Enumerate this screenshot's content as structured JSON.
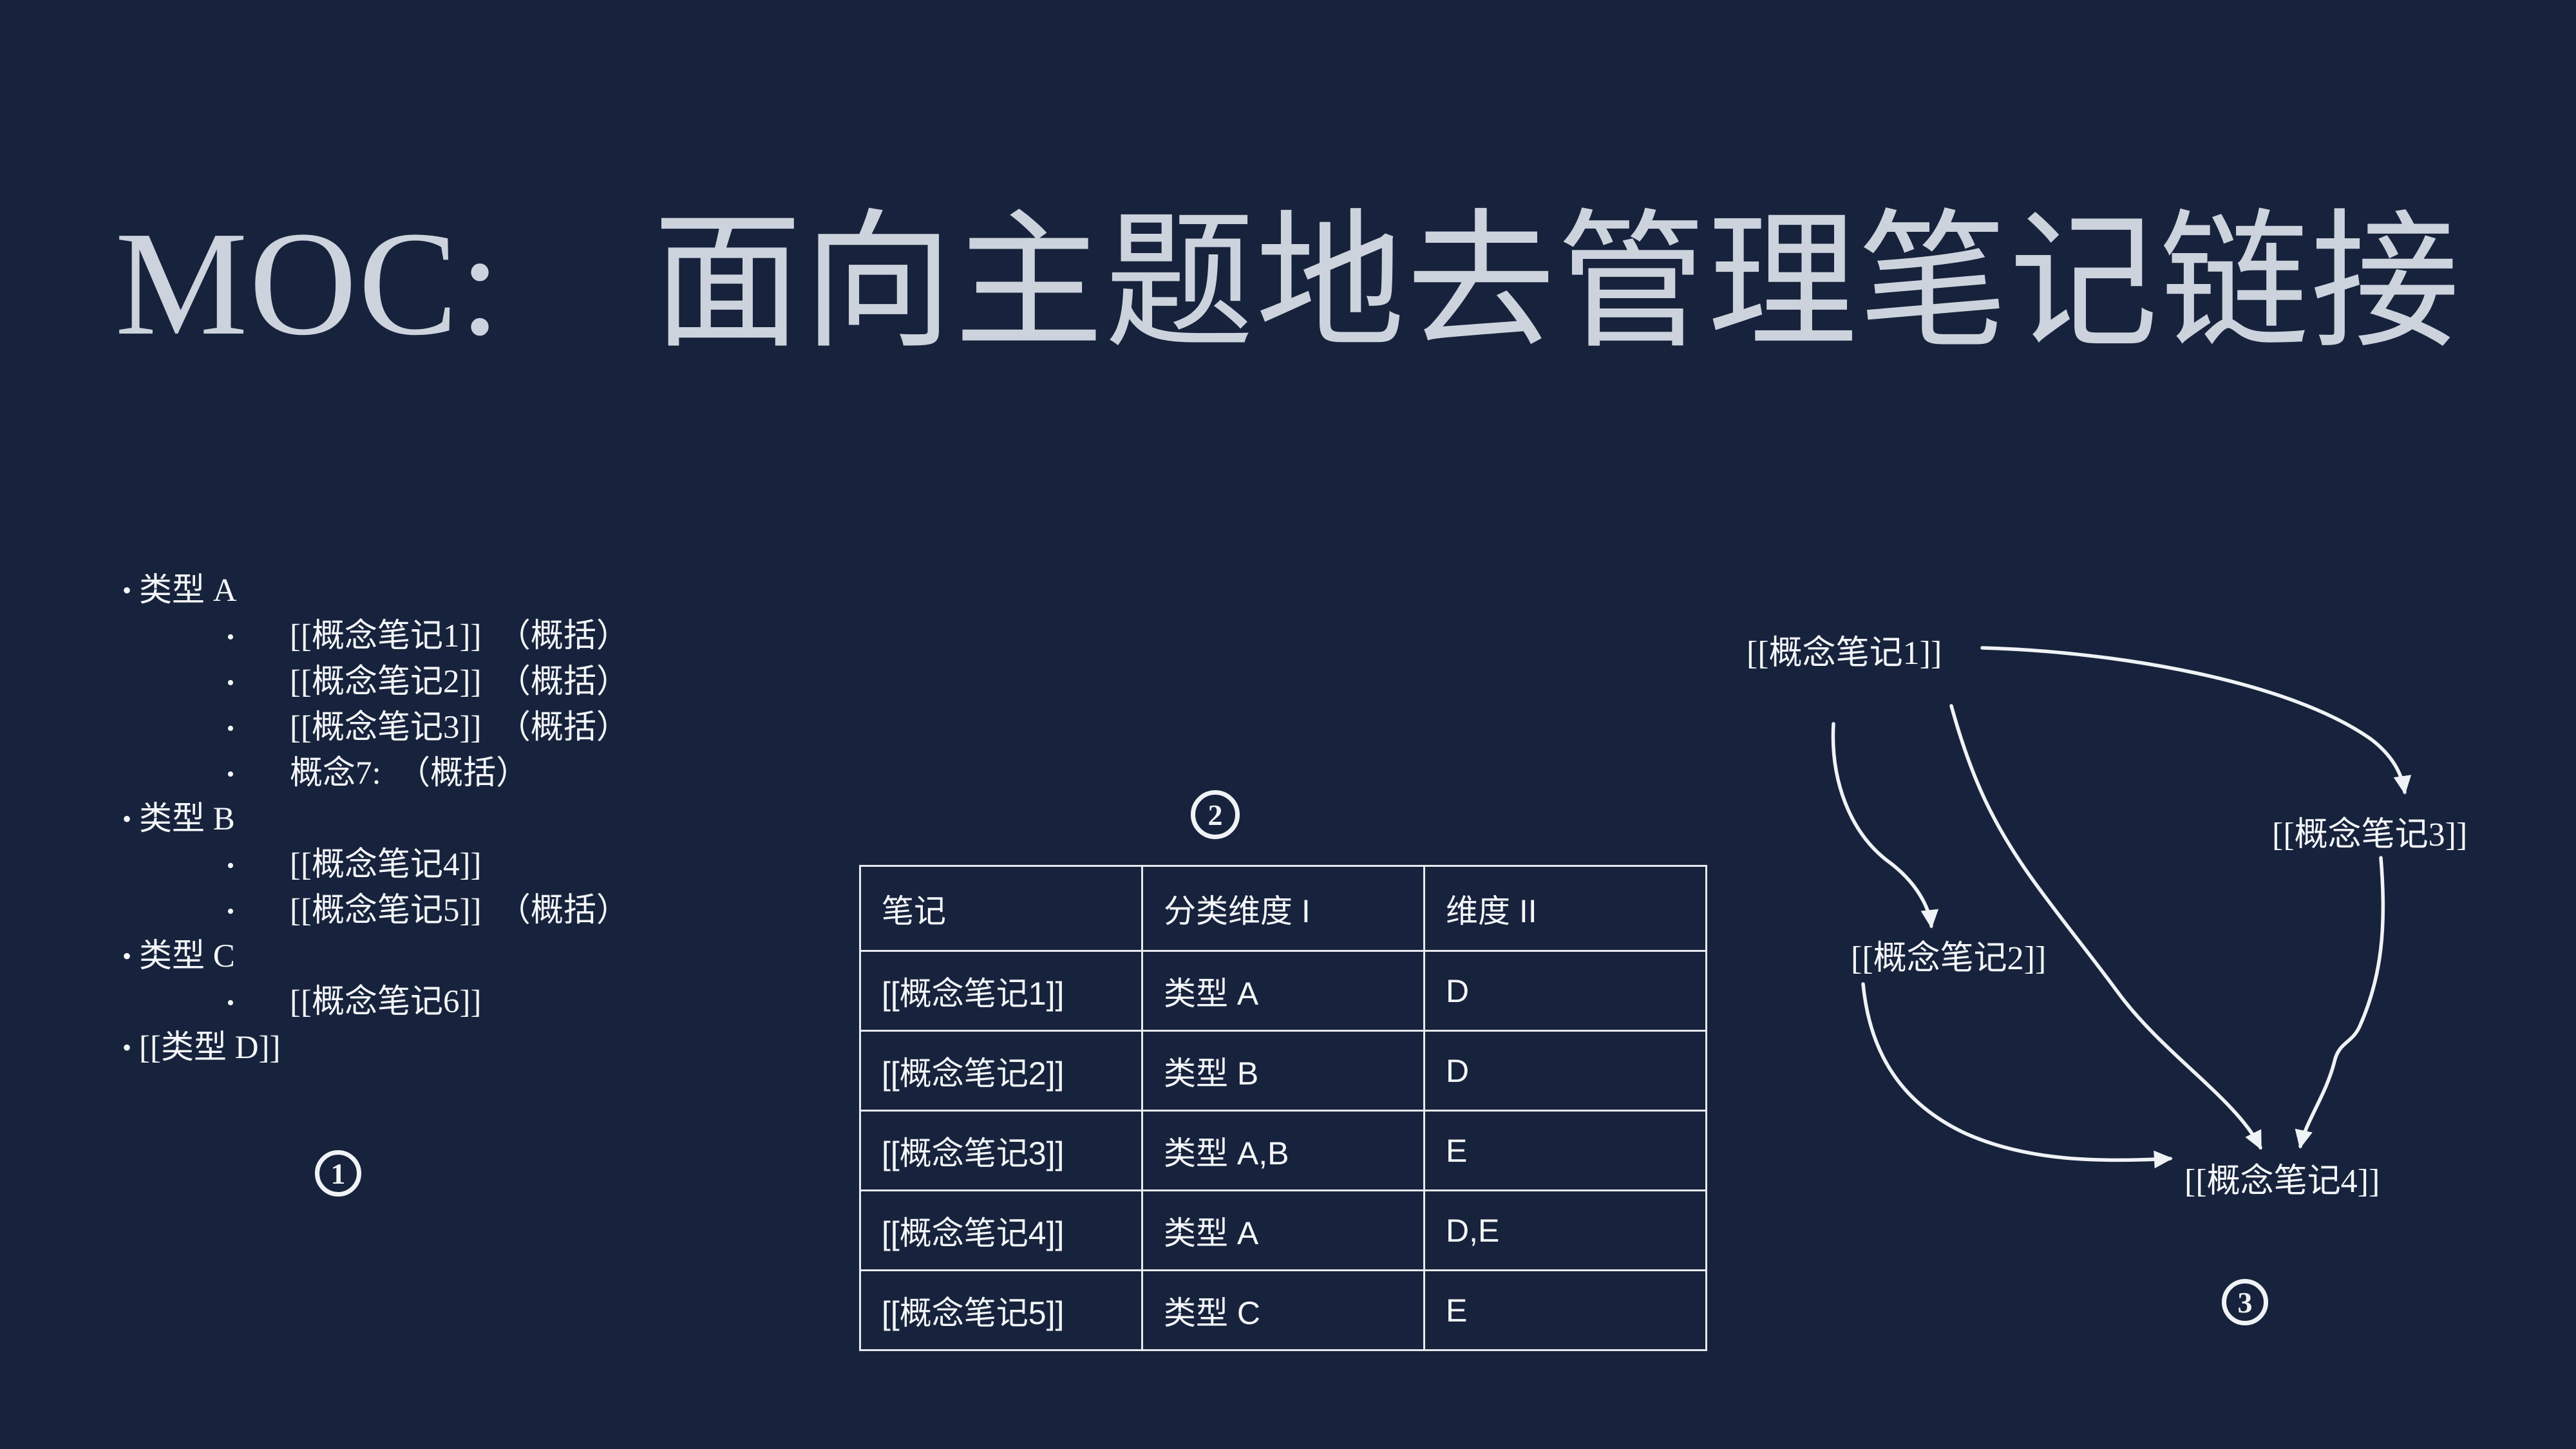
{
  "slide": {
    "title": "MOC:　面向主题地去管理笔记链接"
  },
  "colors": {
    "background": "#17233c",
    "title_text": "#cdd3dd",
    "body_text": "#f4f6f9",
    "line": "#f0f3f6",
    "table_border": "#e7eaee"
  },
  "markers": {
    "outline": "1",
    "table": "2",
    "diagram": "3"
  },
  "outline": {
    "bullet_l1": "•",
    "bullet_l2": "•",
    "items": [
      {
        "level": 1,
        "text": "类型 A"
      },
      {
        "level": 2,
        "text": "[[概念笔记1]]　（概括）"
      },
      {
        "level": 2,
        "text": "[[概念笔记2]]　（概括）"
      },
      {
        "level": 2,
        "text": "[[概念笔记3]]　（概括）"
      },
      {
        "level": 2,
        "text": "概念7:　（概括）"
      },
      {
        "level": 1,
        "text": "类型 B"
      },
      {
        "level": 2,
        "text": "[[概念笔记4]]"
      },
      {
        "level": 2,
        "text": "[[概念笔记5]]　（概括）"
      },
      {
        "level": 1,
        "text": "类型 C"
      },
      {
        "level": 2,
        "text": "[[概念笔记6]]"
      },
      {
        "level": 1,
        "text": "[[类型 D]]"
      }
    ]
  },
  "table": {
    "headers": [
      "笔记",
      "分类维度 I",
      "维度 II"
    ],
    "rows": [
      [
        "[[概念笔记1]]",
        "类型 A",
        "D"
      ],
      [
        "[[概念笔记2]]",
        "类型 B",
        "D"
      ],
      [
        "[[概念笔记3]]",
        "类型 A,B",
        "E"
      ],
      [
        "[[概念笔记4]]",
        "类型 A",
        "D,E"
      ],
      [
        "[[概念笔记5]]",
        "类型 C",
        "E"
      ]
    ]
  },
  "diagram": {
    "nodes": [
      {
        "id": "note1",
        "label": "[[概念笔记1]]"
      },
      {
        "id": "note2",
        "label": "[[概念笔记2]]"
      },
      {
        "id": "note3",
        "label": "[[概念笔记3]]"
      },
      {
        "id": "note4",
        "label": "[[概念笔记4]]"
      }
    ],
    "edges": [
      {
        "from": "概念笔记1",
        "to": "概念笔记2"
      },
      {
        "from": "概念笔记1",
        "to": "概念笔记3"
      },
      {
        "from": "概念笔记1",
        "to": "概念笔记4"
      },
      {
        "from": "概念笔记2",
        "to": "概念笔记4"
      },
      {
        "from": "概念笔记3",
        "to": "概念笔记4"
      }
    ]
  }
}
